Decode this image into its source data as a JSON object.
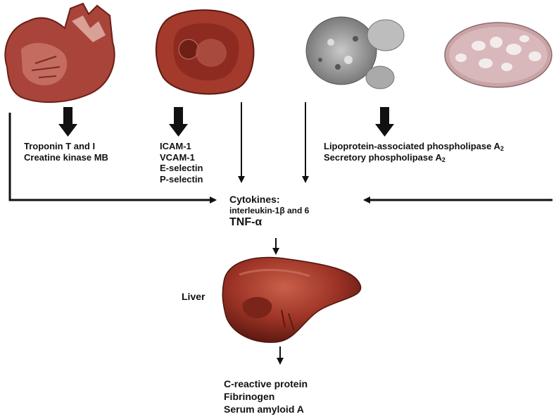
{
  "labels": {
    "heart_markers": [
      "Troponin T and I",
      "Creatine kinase MB"
    ],
    "adhesion_molecules": [
      "ICAM-1",
      "VCAM-1",
      "E-selectin",
      "P-selectin"
    ],
    "phospholipase": {
      "line1": "Lipoprotein-associated phospholipase A",
      "line1_sub": "2",
      "line2": "Secretory phospholipase A",
      "line2_sub": "2"
    },
    "cytokines": {
      "title": "Cytokines:",
      "line2": "interleukin-1β and 6",
      "tnf": "TNF-α"
    },
    "liver": "Liver",
    "liver_products": [
      "C-reactive protein",
      "Fibrinogen",
      "Serum amyloid A"
    ]
  },
  "colors": {
    "tissue_red": "#a33a2c",
    "liver_red": "#9b3225",
    "arrow": "#111111"
  }
}
